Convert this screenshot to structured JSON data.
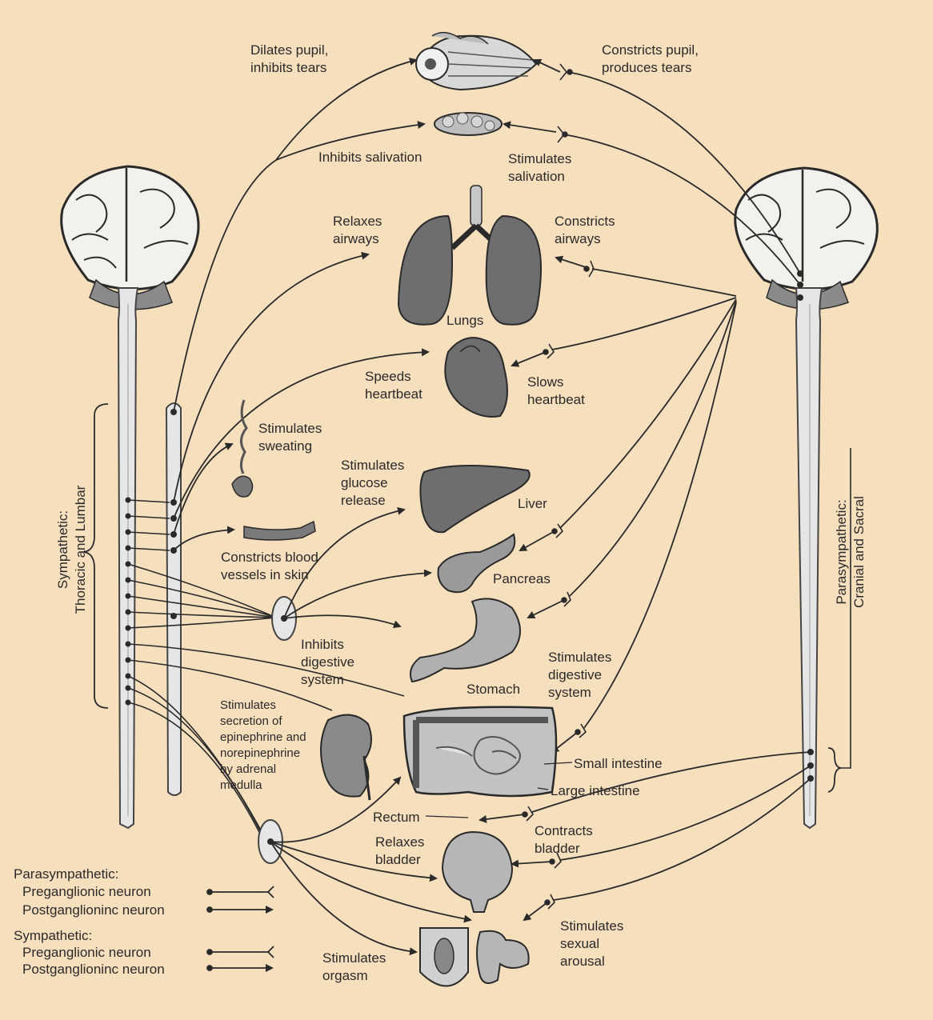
{
  "colors": {
    "background": "#f6dfbd",
    "organ": "#7d7d7d",
    "organ_light": "#b9b9b9",
    "line": "#2a2a2a"
  },
  "labels": {
    "dilates_pupil": "Dilates pupil,\ninhibits tears",
    "constricts_pupil": "Constricts pupil,\nproduces tears",
    "inhibits_salivation": "Inhibits salivation",
    "stimulates_salivation": "Stimulates\nsalivation",
    "relaxes_airways": "Relaxes\nairways",
    "constricts_airways": "Constricts\nairways",
    "lungs": "Lungs",
    "speeds_heartbeat": "Speeds\nheartbeat",
    "slows_heartbeat": "Slows\nheartbeat",
    "stimulates_sweating": "Stimulates\nsweating",
    "stimulates_glucose": "Stimulates\nglucose\nrelease",
    "liver": "Liver",
    "constricts_blood": "Constricts blood\nvessels in skin",
    "pancreas": "Pancreas",
    "inhibits_digestive": "Inhibits\ndigestive\nsystem",
    "stimulates_digestive": "Stimulates\ndigestive\nsystem",
    "stomach": "Stomach",
    "adrenal": "Stimulates\nsecretion of\nepinephrine and\nnorepinephrine\nby adrenal\nmedulla",
    "small_intestine": "Small intestine",
    "large_intestine": "Large intestine",
    "rectum": "Rectum",
    "contracts_bladder": "Contracts\nbladder",
    "relaxes_bladder": "Relaxes\nbladder",
    "stimulates_arousal": "Stimulates\nsexual\narousal",
    "stimulates_orgasm": "Stimulates\norgasm",
    "sympathetic_side": "Sympathetic:\nThoracic and Lumbar",
    "parasympathetic_side": "Parasympathetic:\nCranial and Sacral"
  },
  "legend": {
    "parasympathetic_heading": "Parasympathetic:",
    "para_pre": "Preganglionic neuron",
    "para_post": "Postganglioninc neuron",
    "sympathetic_heading": "Sympathetic:",
    "symp_pre": "Preganglionic neuron",
    "symp_post": "Postganglioninc neuron"
  }
}
